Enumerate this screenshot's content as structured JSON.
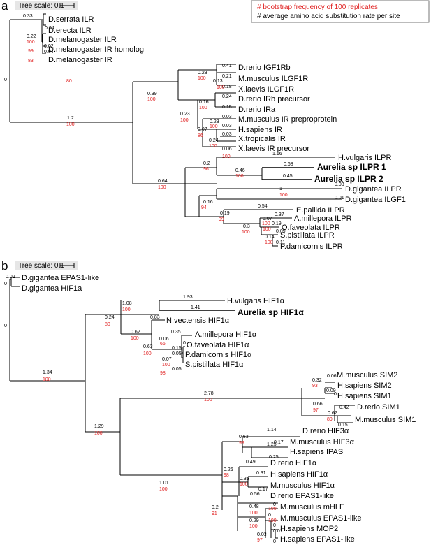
{
  "legend": {
    "bootstrap": "# bootstrap frequency of 100 replicates",
    "rate": "# average amino acid substitution rate per site"
  },
  "colors": {
    "bootstrap": "#e02020",
    "branch": "#000000",
    "scale_box": "#e6e6e6"
  },
  "panel_a": {
    "letter": "a",
    "scale_label": "Tree scale: 0.1",
    "leaves": [
      {
        "id": "dserrata_ilr",
        "name": "D.serrata ILR"
      },
      {
        "id": "derecta_ilr",
        "name": "D.erecta ILR"
      },
      {
        "id": "dmel_ilr",
        "name": "D.melanogaster ILR"
      },
      {
        "id": "dmel_irh",
        "name": "D.melanogaster IR homolog"
      },
      {
        "id": "dmel_ir",
        "name": "D.melanogaster IR"
      },
      {
        "id": "drerio_igf1rb",
        "name": "D.rerio IGF1Rb"
      },
      {
        "id": "mmus_ilgf1r",
        "name": "M.musculus ILGF1R"
      },
      {
        "id": "xlaevis_ilgf1r",
        "name": "X.laevis ILGF1R"
      },
      {
        "id": "drerio_irb",
        "name": "D.rerio IRb precursor"
      },
      {
        "id": "drerio_ira",
        "name": "D.rerio IRa"
      },
      {
        "id": "mmus_irpp",
        "name": "M.musculus IR preproprotein"
      },
      {
        "id": "hsap_ir",
        "name": "H.sapiens IR"
      },
      {
        "id": "xtrop_ir",
        "name": "X.tropicalis IR"
      },
      {
        "id": "xlaevis_irp",
        "name": "X.laevis IR precursor"
      },
      {
        "id": "hvulg_ilpr",
        "name": "H.vulgaris ILPR"
      },
      {
        "id": "aurelia_ilpr1",
        "name": "Aurelia sp ILPR 1",
        "bold": true
      },
      {
        "id": "aurelia_ilpr2",
        "name": "Aurelia sp ILPR 2",
        "bold": true
      },
      {
        "id": "dgig_ilpr",
        "name": "D.gigantea ILPR"
      },
      {
        "id": "dgig_ilgf1",
        "name": "D.gigantea ILGF1"
      },
      {
        "id": "epall_ilpr",
        "name": "E.pallida ILPR"
      },
      {
        "id": "amill_ilpr",
        "name": "A.millepora ILPR"
      },
      {
        "id": "ofav_ilpr",
        "name": "O.faveolata ILPR"
      },
      {
        "id": "spist_ilpr",
        "name": "S.pistillata ILPR"
      },
      {
        "id": "pdam_ilpr",
        "name": "P.damicornis ILPR"
      }
    ],
    "branch_lengths": [
      "0.33",
      "0.04",
      "0.22",
      "0.02",
      "0.04",
      "0",
      "0.41",
      "0.21",
      "0.13",
      "0.18",
      "0.23",
      "0.24",
      "0.16",
      "0.15",
      "0.03",
      "0.23",
      "0.03",
      "0.07",
      "0.03",
      "0.24",
      "0.06",
      "0.23",
      "0.39",
      "1.2",
      "1.16",
      "0.68",
      "0.46",
      "0.45",
      "0.2",
      "0.03",
      "1",
      "0.01",
      "0.54",
      "0.37",
      "0.07",
      "0.19",
      "0.09",
      "0.14",
      "0.11",
      "0.3",
      "0.19",
      "0.16",
      "0.64"
    ],
    "bootstraps": [
      "100",
      "99",
      "83",
      "100",
      "100",
      "100",
      "100",
      "100",
      "100",
      "100",
      "86",
      "100",
      "100",
      "100",
      "96",
      "100",
      "100",
      "94",
      "100",
      "99",
      "100",
      "100",
      "100",
      "80"
    ]
  },
  "panel_b": {
    "letter": "b",
    "scale_label": "Tree scale: 0.1",
    "leaves": [
      {
        "id": "dgig_epas1",
        "name": "D.gigantea EPAS1-like"
      },
      {
        "id": "dgig_hif1a",
        "name": "D.gigantea HIF1a"
      },
      {
        "id": "hvulg_hif1a",
        "name": "H.vulgaris HIF1α"
      },
      {
        "id": "aurelia_hif1a",
        "name": "Aurelia sp HIF1α",
        "bold": true
      },
      {
        "id": "nvect_hif1a",
        "name": "N.vectensis HIF1α"
      },
      {
        "id": "amill_hif1a",
        "name": "A.millepora HIF1α"
      },
      {
        "id": "ofav_hif1a",
        "name": "O.faveolata HIF1α"
      },
      {
        "id": "pdam_hif1a",
        "name": "P.damicornis HIF1α"
      },
      {
        "id": "spist_hif1a",
        "name": "S.pistillata HIF1α"
      },
      {
        "id": "mmus_sim2",
        "name": "M.musculus SIM2"
      },
      {
        "id": "hsap_sim2",
        "name": "H.sapiens SIM2"
      },
      {
        "id": "hsap_sim1",
        "name": "H.sapiens SIM1"
      },
      {
        "id": "drerio_sim1",
        "name": "D.rerio SIM1"
      },
      {
        "id": "mmus_sim1",
        "name": "M.musculus SIM1"
      },
      {
        "id": "drerio_hif3a",
        "name": "D.rerio HIF3α"
      },
      {
        "id": "mmus_hif3a",
        "name": "M.musculus HIF3α"
      },
      {
        "id": "hsap_ipas",
        "name": "H.sapiens IPAS"
      },
      {
        "id": "drerio_hif1a",
        "name": "D.rerio HIF1α"
      },
      {
        "id": "hsap_hif1a",
        "name": "H.sapiens HIF1α"
      },
      {
        "id": "mmus_hif1a",
        "name": "M.musculus HIF1α"
      },
      {
        "id": "drerio_epas1",
        "name": "D.rerio EPAS1-like"
      },
      {
        "id": "mmus_mhlf",
        "name": "M.musculus mHLF"
      },
      {
        "id": "mmus_epas1",
        "name": "M.musculus EPAS1-like"
      },
      {
        "id": "hsap_mop2",
        "name": "H.sapiens MOP2"
      },
      {
        "id": "hsap_epas1",
        "name": "H.sapiens EPAS1-like"
      }
    ],
    "branch_lengths": [
      "0.02",
      "0",
      "0",
      "1.93",
      "1.41",
      "1.08",
      "0.83",
      "0.35",
      "0.06",
      "0",
      "0.15",
      "0.05",
      "0.07",
      "0.05",
      "0.63",
      "0.62",
      "0.24",
      "1.34",
      "0.06",
      "0.32",
      "0.09",
      "0",
      "0.42",
      "0.62",
      "0.15",
      "0.66",
      "2.78",
      "1.14",
      "0.53",
      "0.17",
      "1.25",
      "0.25",
      "0.49",
      "0.26",
      "0.31",
      "0.36",
      "0.17",
      "0.56",
      "0",
      "0",
      "0.29",
      "0",
      "0.01",
      "0.03",
      "0",
      "0.48",
      "0.2",
      "1.01",
      "1.29"
    ],
    "bootstraps": [
      "100",
      "100",
      "80",
      "100",
      "66",
      "100",
      "100",
      "98",
      "100",
      "93",
      "97",
      "89",
      "100",
      "99",
      "98",
      "100",
      "100",
      "100",
      "97",
      "100",
      "91",
      "100",
      "100"
    ]
  }
}
